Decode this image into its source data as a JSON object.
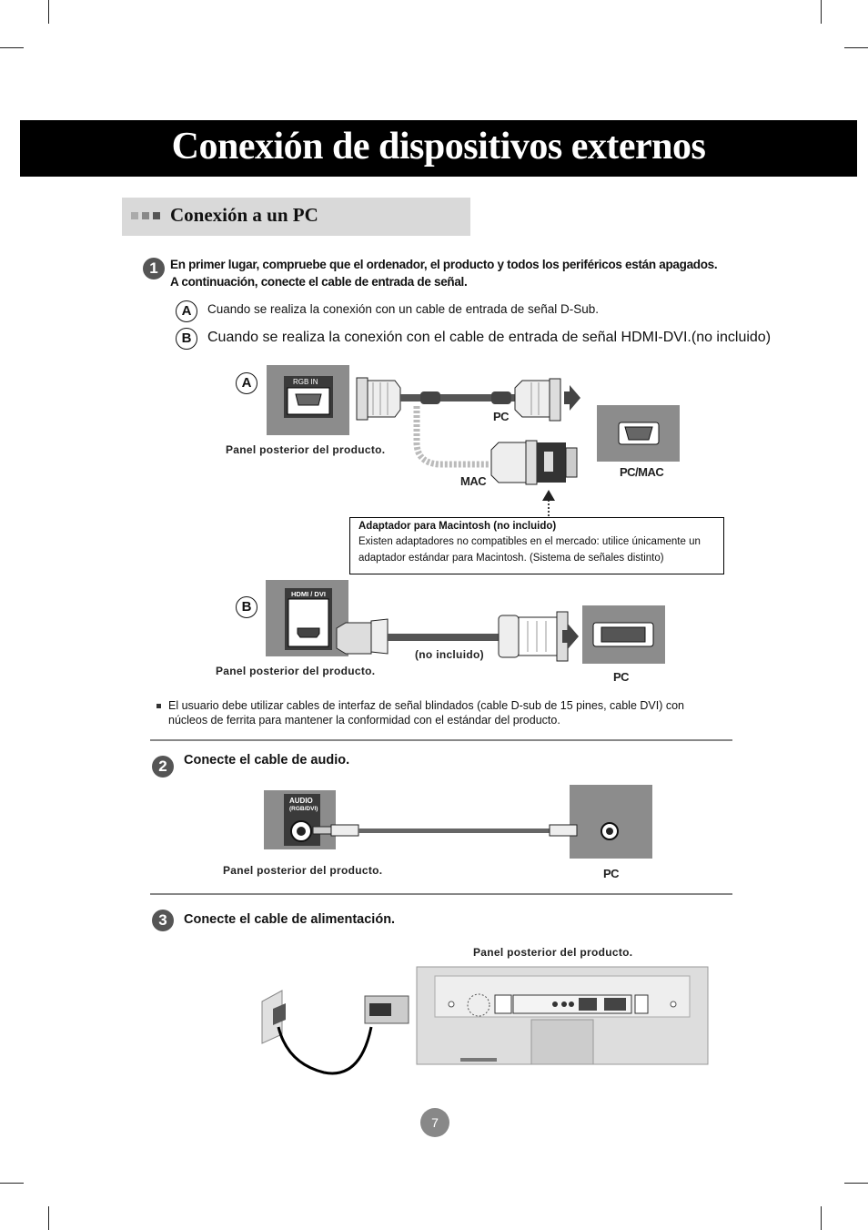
{
  "page_title": "Conexión de dispositivos externos",
  "section_title": "Conexión a un PC",
  "step1": {
    "number": "1",
    "text_line1": "En primer lugar, compruebe que el ordenador, el producto y todos los periféricos están apagados.",
    "text_line2": "A continuación, conecte el cable de entrada de señal.",
    "option_a": {
      "letter": "A",
      "text": "Cuando se realiza la conexión con un cable de entrada de señal D-Sub."
    },
    "option_b": {
      "letter": "B",
      "text": "Cuando se realiza la conexión con el cable de entrada de señal HDMI-DVI.(no incluido)"
    }
  },
  "diagram_a": {
    "letter": "A",
    "port_label": "RGB IN",
    "panel_label": "Panel posterior del producto.",
    "pc_label": "PC",
    "mac_label": "MAC",
    "pcmac_label": "PC/MAC"
  },
  "mac_adapter": {
    "title": "Adaptador para Macintosh (no incluido)",
    "line1": "Existen adaptadores no compatibles en el mercado: utilice únicamente un",
    "line2": "adaptador estándar para Macintosh. (Sistema de señales distinto)"
  },
  "diagram_b": {
    "letter": "B",
    "port_label": "HDMI / DVI",
    "panel_label": "Panel posterior del producto.",
    "cable_label": "(no incluido)",
    "pc_label": "PC"
  },
  "note": {
    "line1": "El usuario debe utilizar cables de interfaz de señal blindados (cable D-sub de 15 pines, cable DVI)  con",
    "line2": "núcleos de ferrita para mantener la conformidad con el estándar del producto."
  },
  "step2": {
    "number": "2",
    "title": "Conecte el cable de audio.",
    "port_label_1": "AUDIO",
    "port_label_2": "(RGB/DVI)",
    "panel_label": "Panel posterior del producto.",
    "pc_label": "PC"
  },
  "step3": {
    "number": "3",
    "title": "Conecte el cable de alimentación.",
    "panel_label": "Panel posterior del producto."
  },
  "page_number": "7",
  "colors": {
    "title_bar": "#000000",
    "section_band": "#d9d9d9",
    "step_circle": "#555555",
    "panel_gray": "#8c8c8c"
  }
}
